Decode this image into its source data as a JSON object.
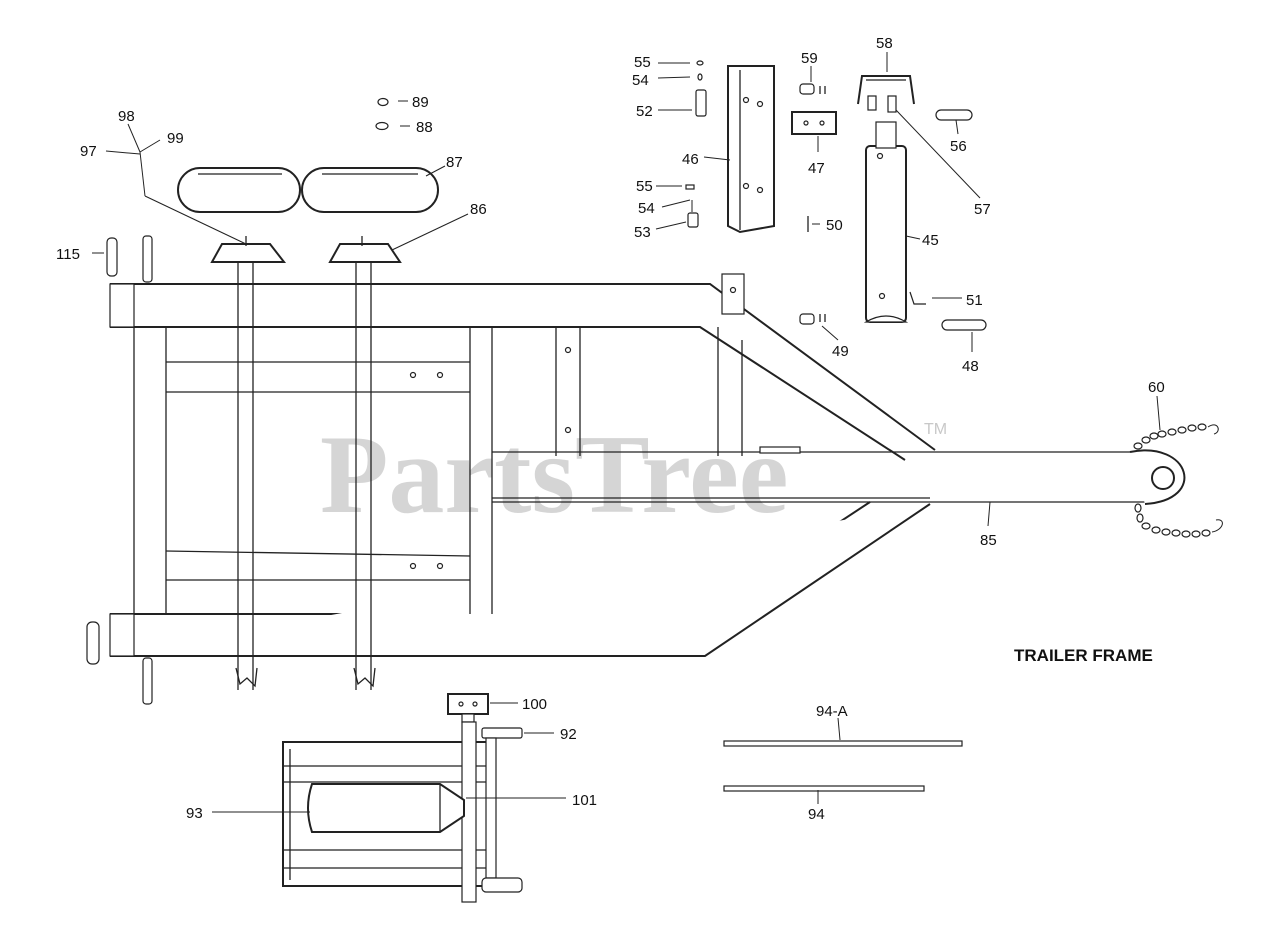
{
  "title": "TRAILER FRAME",
  "watermark": {
    "text": "PartsTree",
    "tm": "TM",
    "color": "#c8c8c8"
  },
  "labels": {
    "l115": "115",
    "l97": "97",
    "l98": "98",
    "l99": "99",
    "l89": "89",
    "l88": "88",
    "l87": "87",
    "l86": "86",
    "l55a": "55",
    "l54a": "54",
    "l52": "52",
    "l46": "46",
    "l55b": "55",
    "l54b": "54",
    "l53": "53",
    "l50": "50",
    "l59": "59",
    "l47": "47",
    "l58": "58",
    "l56": "56",
    "l57": "57",
    "l45": "45",
    "l51": "51",
    "l49": "49",
    "l48": "48",
    "l60": "60",
    "l85": "85",
    "l100": "100",
    "l92": "92",
    "l93": "93",
    "l101": "101",
    "l94a": "94-A",
    "l94": "94"
  }
}
